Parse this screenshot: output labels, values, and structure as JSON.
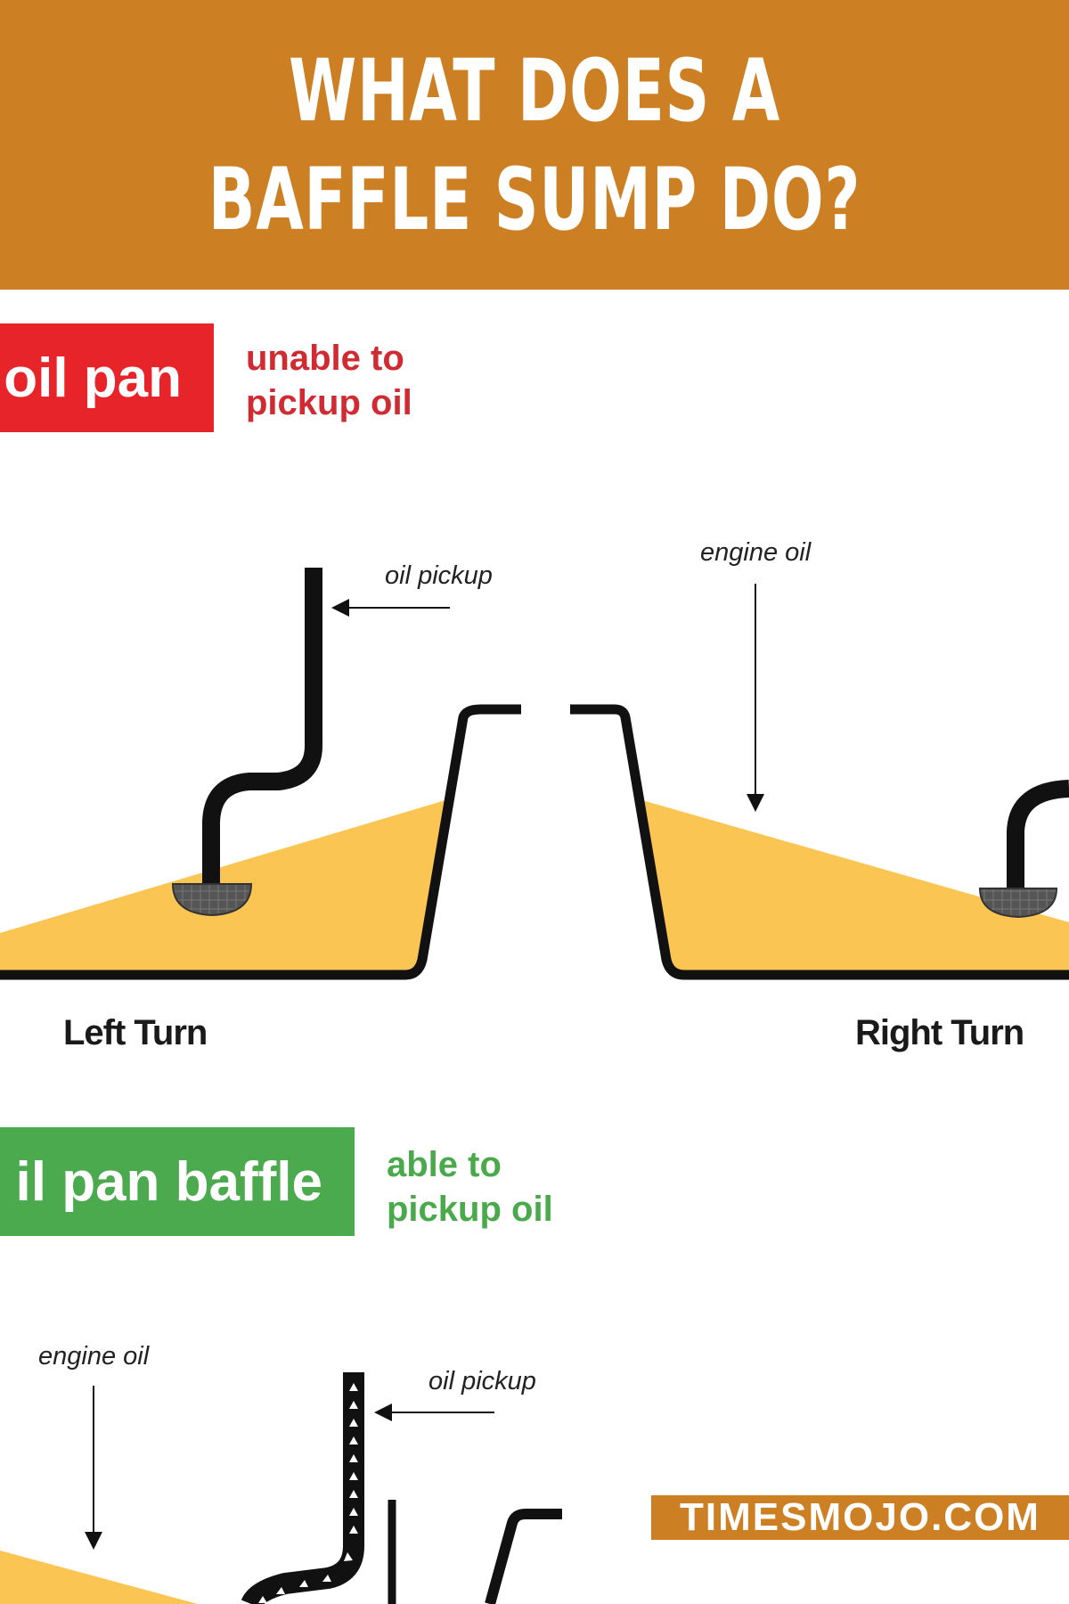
{
  "title": "WHAT DOES A BAFFLE SUMP DO?",
  "top_section": {
    "tag": "oil pan",
    "status": "unable to pickup oil",
    "annotations": {
      "pickup": "oil pickup",
      "oil": "engine oil"
    },
    "labels": {
      "left": "Left Turn",
      "right": "Right Turn"
    }
  },
  "bottom_section": {
    "tag": "il pan baffle",
    "status": "able to pickup oil",
    "annotations": {
      "oil": "engine oil",
      "pickup": "oil pickup"
    }
  },
  "watermark": "TIMESMOJO.COM",
  "colors": {
    "header": "#cd7f23",
    "oil": "#fbc553",
    "red_tag": "#e8242b",
    "green_tag": "#4caa4e",
    "pan_outline": "#111111",
    "pickup_screen": "#555555"
  }
}
